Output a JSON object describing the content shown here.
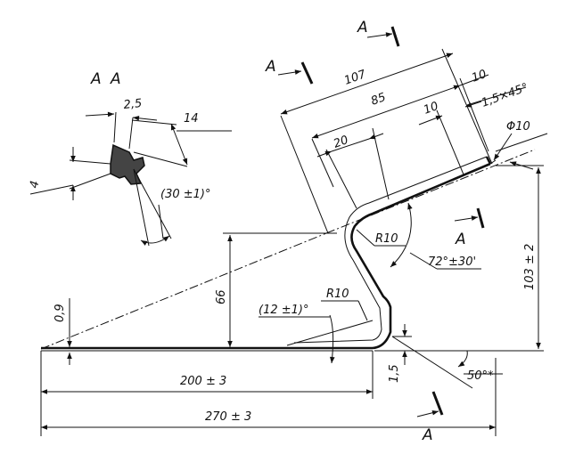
{
  "section_view": {
    "title_left": "A",
    "title_right": "A",
    "dim_width": "2,5",
    "dim_height": "14",
    "dim_side": "4",
    "dim_angle": "(30 ±1)°"
  },
  "section_markers": {
    "top": "A",
    "left": "A",
    "right": "A",
    "bottom": "A"
  },
  "dimensions": {
    "length_107": "107",
    "length_85": "85",
    "length_10_top": "10",
    "length_10_inner": "10",
    "chamfer": "1,5×45°",
    "diameter": "Φ10",
    "length_20": "20",
    "radius_upper": "R10",
    "radius_lower": "R10",
    "angle_bend": "72°±30'",
    "angle_base": "(12 ±1)°",
    "height_66": "66",
    "height_103": "103 ± 2",
    "thickness": "0,9",
    "thickness_1_5": "1,5",
    "angle_50": "50°*",
    "length_200": "200 ± 3",
    "length_270": "270 ± 3"
  }
}
